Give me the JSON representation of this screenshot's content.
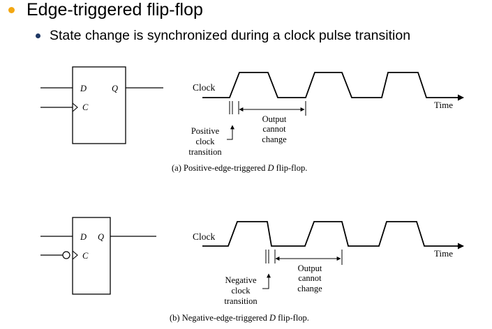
{
  "slide": {
    "title": "Edge-triggered flip-flop",
    "subtitle": "State change is synchronized during a clock pulse transition",
    "title_bullet_color": "#F3A712",
    "subtitle_bullet_color": "#1F3864"
  },
  "diagram_a": {
    "box_inputs": {
      "d": "D",
      "c": "C",
      "q": "Q"
    },
    "clock_label": "Clock",
    "time_label": "Time",
    "output_label": [
      "Output",
      "cannot",
      "change"
    ],
    "transition_label": [
      "Positive",
      "clock",
      "transition"
    ],
    "caption": {
      "prefix": "(a) Positive-edge-triggered ",
      "italic": "D",
      "suffix": " flip-flop."
    }
  },
  "diagram_b": {
    "box_inputs": {
      "d": "D",
      "c": "C",
      "q": "Q"
    },
    "clock_label": "Clock",
    "time_label": "Time",
    "output_label": [
      "Output",
      "cannot",
      "change"
    ],
    "transition_label": [
      "Negative",
      "clock",
      "transition"
    ],
    "caption": {
      "prefix": "(b) Negative-edge-triggered ",
      "italic": "D",
      "suffix": " flip-flop."
    }
  }
}
